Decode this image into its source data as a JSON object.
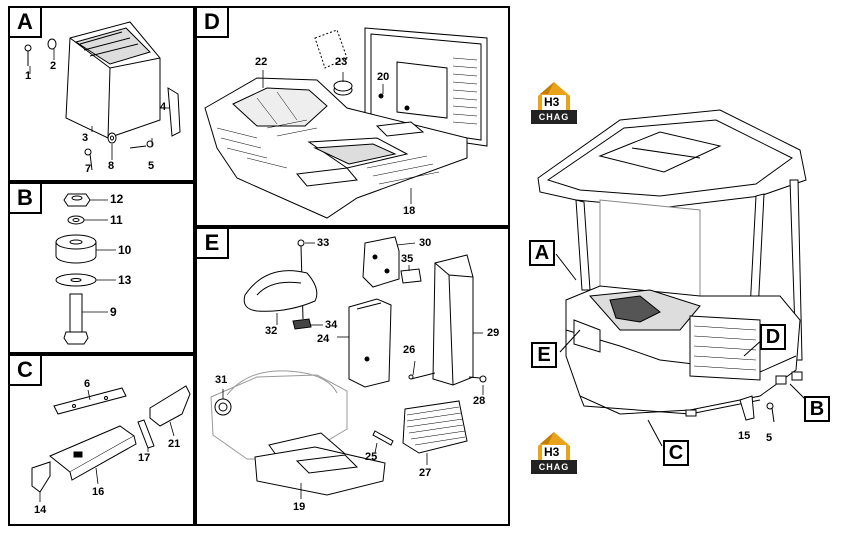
{
  "panels": {
    "A": {
      "letter": "A",
      "labels": [
        "1",
        "2",
        "3",
        "4",
        "5",
        "7",
        "8"
      ]
    },
    "B": {
      "letter": "B",
      "labels": [
        "12",
        "11",
        "10",
        "13",
        "9"
      ]
    },
    "C": {
      "letter": "C",
      "labels": [
        "6",
        "17",
        "21",
        "16",
        "14"
      ]
    },
    "D": {
      "letter": "D",
      "labels": [
        "22",
        "23",
        "20",
        "18"
      ]
    },
    "E": {
      "letter": "E",
      "labels": [
        "33",
        "30",
        "35",
        "32",
        "34",
        "24",
        "26",
        "29",
        "31",
        "28",
        "25",
        "27",
        "19"
      ]
    }
  },
  "overview": {
    "callouts": [
      "A",
      "D",
      "E",
      "B",
      "C"
    ],
    "labels": [
      "15",
      "5"
    ]
  },
  "logo": {
    "mark": "H3",
    "text": "CHAG"
  }
}
